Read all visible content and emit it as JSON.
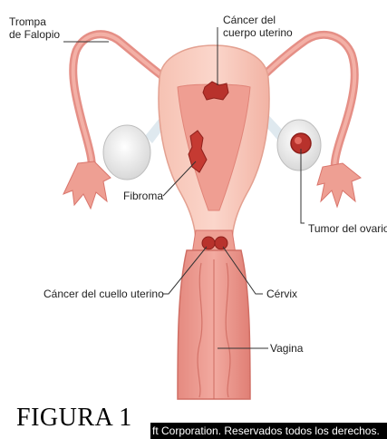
{
  "labels": {
    "fallopian_tube": [
      "Trompa",
      "de Falopio"
    ],
    "uterine_cancer": [
      "Cáncer del",
      "cuerpo uterino"
    ],
    "fibroid": "Fibroma",
    "ovarian_tumor": "Tumor del ovario",
    "cervical_cancer": "Cáncer del cuello uterino",
    "cervix": "Cérvix",
    "vagina": "Vagina"
  },
  "caption": "FIGURA 1",
  "copyright": "ft Corporation. Reservados todos los derechos.",
  "colors": {
    "tissue_light": "#f7c9bc",
    "tissue_mid": "#ee9f93",
    "tissue_dark": "#d9756c",
    "lesion": "#b8322c",
    "ovary": "#eeeeee",
    "leader": "#333333"
  }
}
